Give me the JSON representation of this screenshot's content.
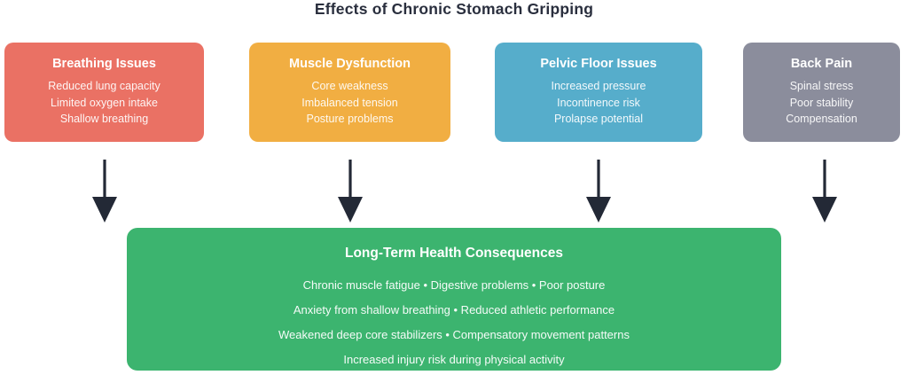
{
  "title": "Effects of Chronic Stomach Gripping",
  "colors": {
    "background": "#ffffff",
    "title_text": "#2a2f3e",
    "arrow": "#232936",
    "card_text": "#ffffff",
    "card_breathing": "#EA7164",
    "card_muscle": "#F1AE42",
    "card_pelvic": "#56ADCB",
    "card_back": "#8B8D9C",
    "consequences_box": "#3CB46F"
  },
  "cards": [
    {
      "title": "Breathing Issues",
      "color": "#EA7164",
      "items": [
        "Reduced lung capacity",
        "Limited oxygen intake",
        "Shallow breathing"
      ]
    },
    {
      "title": "Muscle Dysfunction",
      "color": "#F1AE42",
      "items": [
        "Core weakness",
        "Imbalanced tension",
        "Posture problems"
      ]
    },
    {
      "title": "Pelvic Floor Issues",
      "color": "#56ADCB",
      "items": [
        "Increased pressure",
        "Incontinence risk",
        "Prolapse potential"
      ]
    },
    {
      "title": "Back Pain",
      "color": "#8B8D9C",
      "items": [
        "Spinal stress",
        "Poor stability",
        "Compensation"
      ]
    }
  ],
  "consequences": {
    "title": "Long-Term Health Consequences",
    "lines": [
      "Chronic muscle fatigue • Digestive problems • Poor posture",
      "Anxiety from shallow breathing • Reduced athletic performance",
      "Weakened deep core stabilizers • Compensatory movement patterns",
      "Increased injury risk during physical activity"
    ]
  }
}
